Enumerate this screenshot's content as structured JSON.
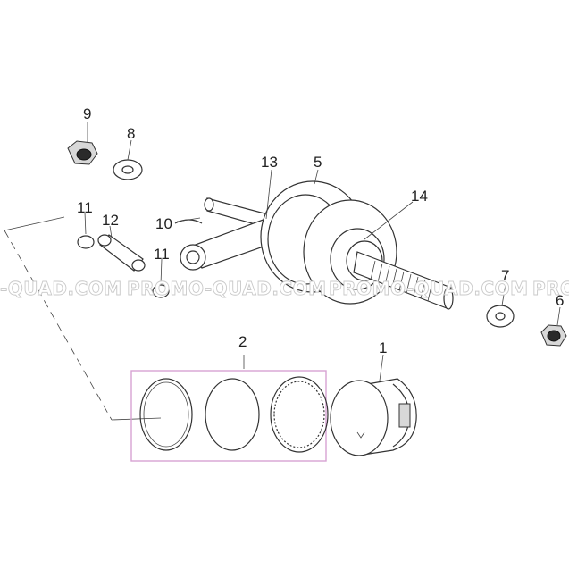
{
  "watermark": {
    "segments": [
      "-QUAD.COM",
      "PROMO-QUAD.COM",
      "PROMO-QUAD.COM",
      "PRO"
    ]
  },
  "callouts": [
    {
      "id": "c1",
      "label": "1"
    },
    {
      "id": "c2",
      "label": "2"
    },
    {
      "id": "c5",
      "label": "5"
    },
    {
      "id": "c6",
      "label": "6"
    },
    {
      "id": "c7",
      "label": "7"
    },
    {
      "id": "c8",
      "label": "8"
    },
    {
      "id": "c9",
      "label": "9"
    },
    {
      "id": "c10",
      "label": "10"
    },
    {
      "id": "c11a",
      "label": "11"
    },
    {
      "id": "c11b",
      "label": "11"
    },
    {
      "id": "c12",
      "label": "12"
    },
    {
      "id": "c13",
      "label": "13"
    },
    {
      "id": "c14",
      "label": "14"
    }
  ],
  "colors": {
    "linework": "#333333",
    "ring_box": "#d7a2d3",
    "watermark_outline": "#c9c9c9",
    "background": "#ffffff"
  }
}
